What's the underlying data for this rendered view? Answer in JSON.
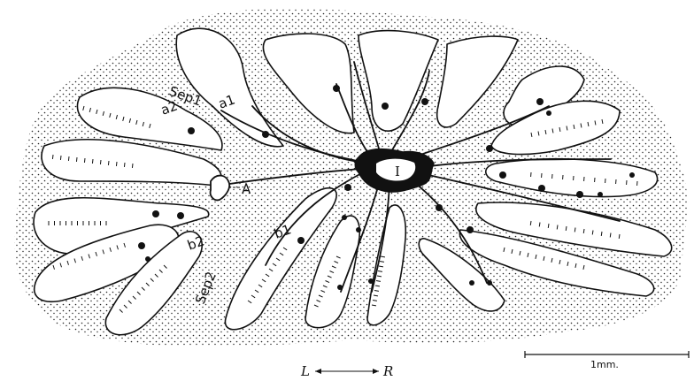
{
  "labels": {
    "sep1": "Sep1",
    "sep2": "Sep2",
    "a1": "a1",
    "a2": "a2",
    "b1": "b1",
    "b2": "b2",
    "A": "A",
    "I": "I"
  },
  "orientation": {
    "left": "L",
    "right": "R"
  },
  "scale": {
    "label": "1mm."
  }
}
